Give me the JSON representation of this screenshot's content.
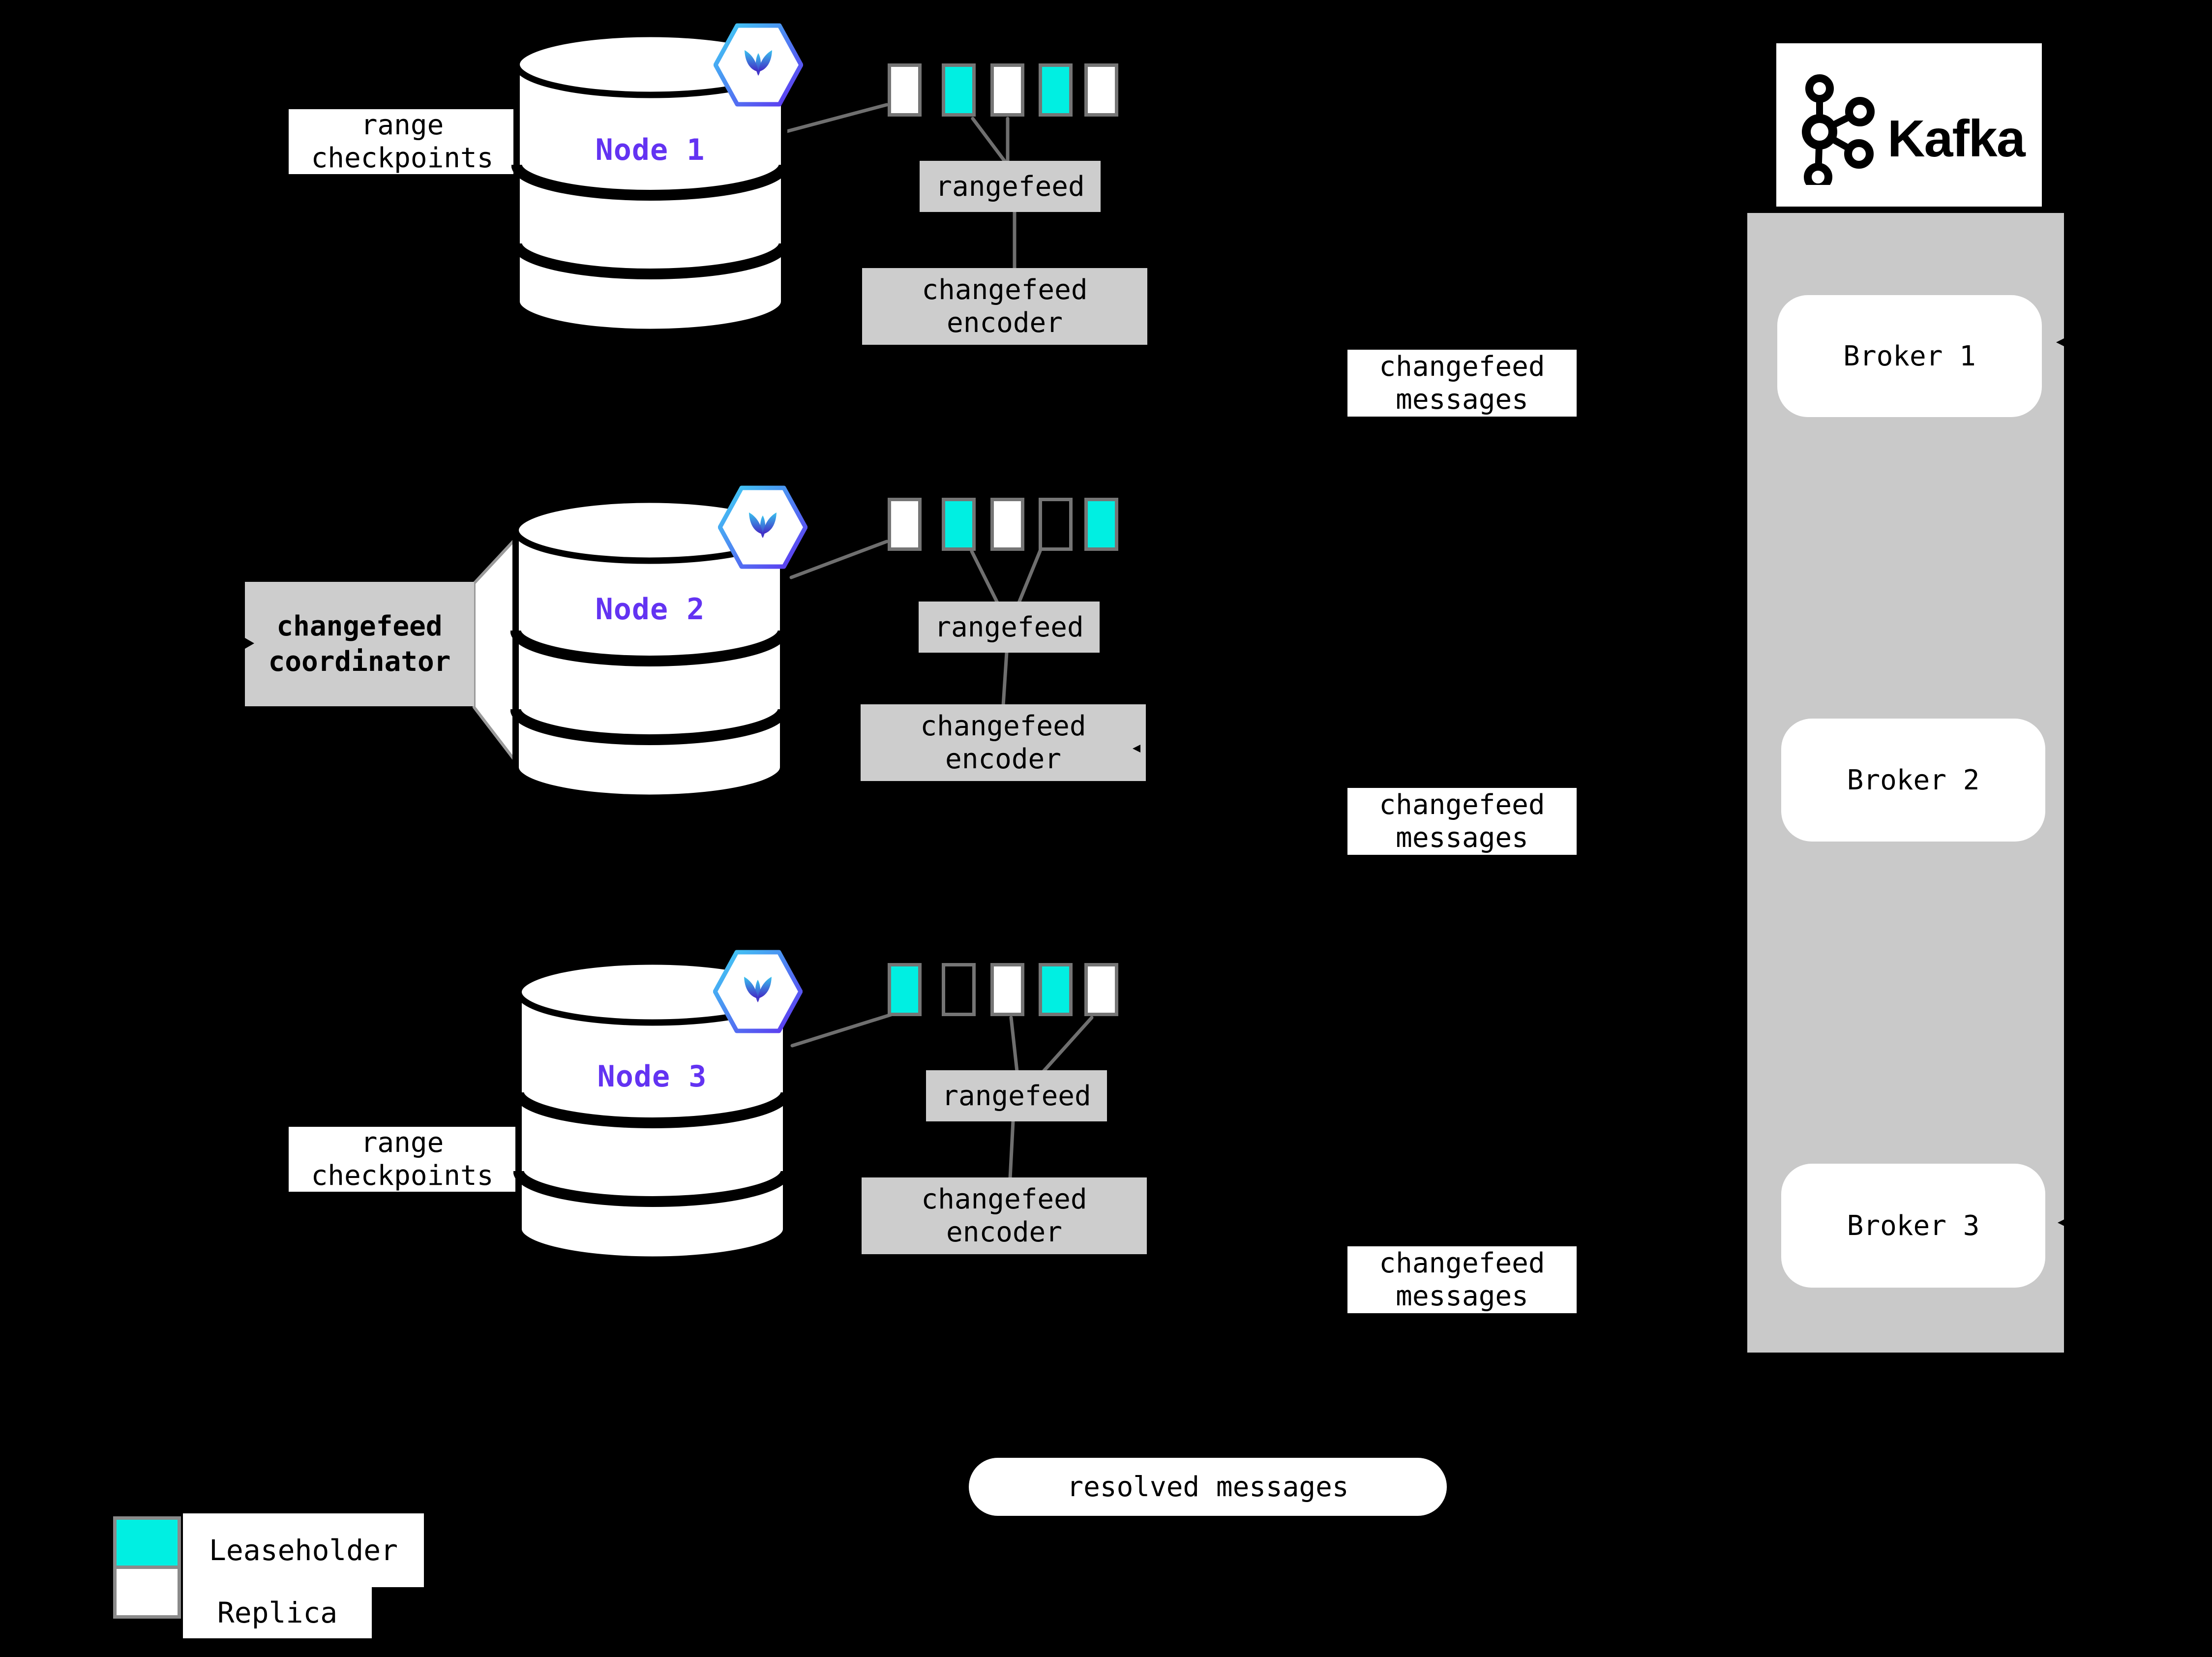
{
  "colors": {
    "leaseholder": "#00efe2",
    "replica": "#ffffff",
    "empty": "#000000",
    "node_label": "#6333f2",
    "box_gray": "#cdcdcd",
    "container_gray": "#c9c9c9",
    "connector_gray": "#6f6f6f",
    "square_border": "#757575"
  },
  "labels": {
    "range_checkpoints": [
      "range",
      "checkpoints"
    ],
    "rangefeed": "rangefeed",
    "changefeed_encoder": [
      "changefeed",
      "encoder"
    ],
    "changefeed_messages": [
      "changefeed",
      "messages"
    ],
    "changefeed_coordinator": [
      "changefeed",
      "coordinator"
    ],
    "resolved_messages": "resolved messages"
  },
  "nodes": [
    {
      "name": "Node 1",
      "ranges": [
        "replica",
        "leaseholder",
        "replica",
        "leaseholder",
        "replica"
      ]
    },
    {
      "name": "Node 2",
      "ranges": [
        "replica",
        "leaseholder",
        "replica",
        "empty",
        "leaseholder"
      ]
    },
    {
      "name": "Node 3",
      "ranges": [
        "leaseholder",
        "empty",
        "replica",
        "leaseholder",
        "replica"
      ]
    }
  ],
  "kafka": {
    "wordmark": "Kafka",
    "brokers": [
      "Broker 1",
      "Broker 2",
      "Broker 3"
    ]
  },
  "legend": {
    "items": [
      {
        "swatch": "leaseholder",
        "label": "Leaseholder"
      },
      {
        "swatch": "replica",
        "label": "Replica"
      }
    ]
  }
}
